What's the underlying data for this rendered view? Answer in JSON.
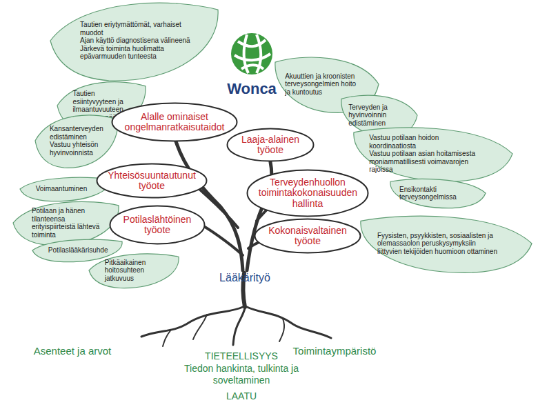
{
  "diagram": {
    "nodes": [
      {
        "text": [
          "Alalle ominaiset ongelmanratkaisutaidot"
        ]
      },
      {
        "text": [
          "Laaja-alainen työote"
        ]
      },
      {
        "text": [
          "Yhteisösuuntautunut työote"
        ]
      },
      {
        "text": [
          "Terveydenhuollon toimintakokonaisuuden hallinta"
        ]
      },
      {
        "text": [
          "Potilaslähtöinen työote"
        ]
      },
      {
        "text": [
          "Kokonaisvaltainen työote"
        ]
      },
      {
        "text": [
          "Tautien eriytymättömät, varhaiset muodot",
          "Ajan käyttö diagnostisena välineenä",
          "Järkevä toiminta huolimatta epävarmuuden tunteesta"
        ]
      },
      {
        "text": [
          "Tautien esiintyvyyteen ja ilmaantuvuuteen perustuva päättely"
        ]
      },
      {
        "text": [
          "Kansanterveyden edistäminen",
          "Vastuu yhteisön hyvinvoinnista"
        ]
      },
      {
        "text": [
          "Voimaantuminen"
        ]
      },
      {
        "text": [
          "Potilaan ja hänen tilanteensa erityispiirteistä lähtevä toiminta"
        ]
      },
      {
        "text": [
          "Potilaslääkärisuhde"
        ]
      },
      {
        "text": [
          "Pitkäaikainen hoitosuhteen jatkuvuus"
        ]
      },
      {
        "text": [
          "Akuuttien ja kroonisten terveysongelmien hoito ja kuntoutus"
        ]
      },
      {
        "text": [
          "Terveyden ja hyvinvoinnin edistäminen"
        ]
      },
      {
        "text": [
          "Vastuu potilaan hoidon koordinaatiosta",
          "Vastuu potilaan asian hoitamisesta moniammatillisesti voimavarojen rajoissa"
        ]
      },
      {
        "text": [
          "Ensikontakti terveysongelmissa"
        ]
      },
      {
        "text": [
          "Fyysisten, psyykkisten, sosiaalisten ja olemassaolon peruskysymyksiin liittyvien tekijöiden huomioon ottaminen"
        ]
      }
    ],
    "labels": [
      "Wonca",
      "Lääkärityö",
      "Asenteet ja arvot",
      "TIETEELLISYYS",
      "Tiedon hankinta, tulkinta ja soveltaminen",
      "LAATU",
      "Toimintaympäristö"
    ]
  }
}
